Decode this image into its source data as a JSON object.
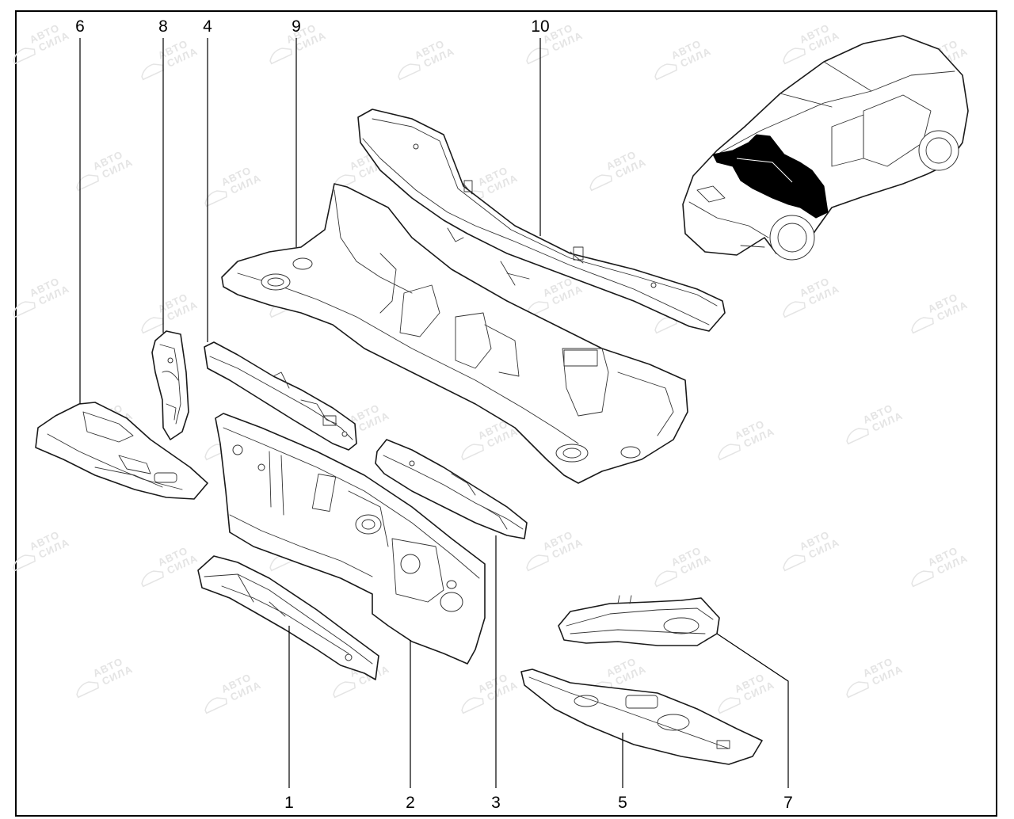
{
  "diagram": {
    "callouts": [
      {
        "id": "c6",
        "label": "6"
      },
      {
        "id": "c8",
        "label": "8"
      },
      {
        "id": "c4",
        "label": "4"
      },
      {
        "id": "c9",
        "label": "9"
      },
      {
        "id": "c10",
        "label": "10"
      },
      {
        "id": "c1",
        "label": "1"
      },
      {
        "id": "c2",
        "label": "2"
      },
      {
        "id": "c3",
        "label": "3"
      },
      {
        "id": "c5",
        "label": "5"
      },
      {
        "id": "c7",
        "label": "7"
      }
    ],
    "watermark": {
      "line1": "АВТО",
      "line2": "СИЛА"
    },
    "colors": {
      "line": "#1a1a1a",
      "highlight": "#000000",
      "watermark": "#e4e4e4",
      "background": "#ffffff"
    }
  }
}
